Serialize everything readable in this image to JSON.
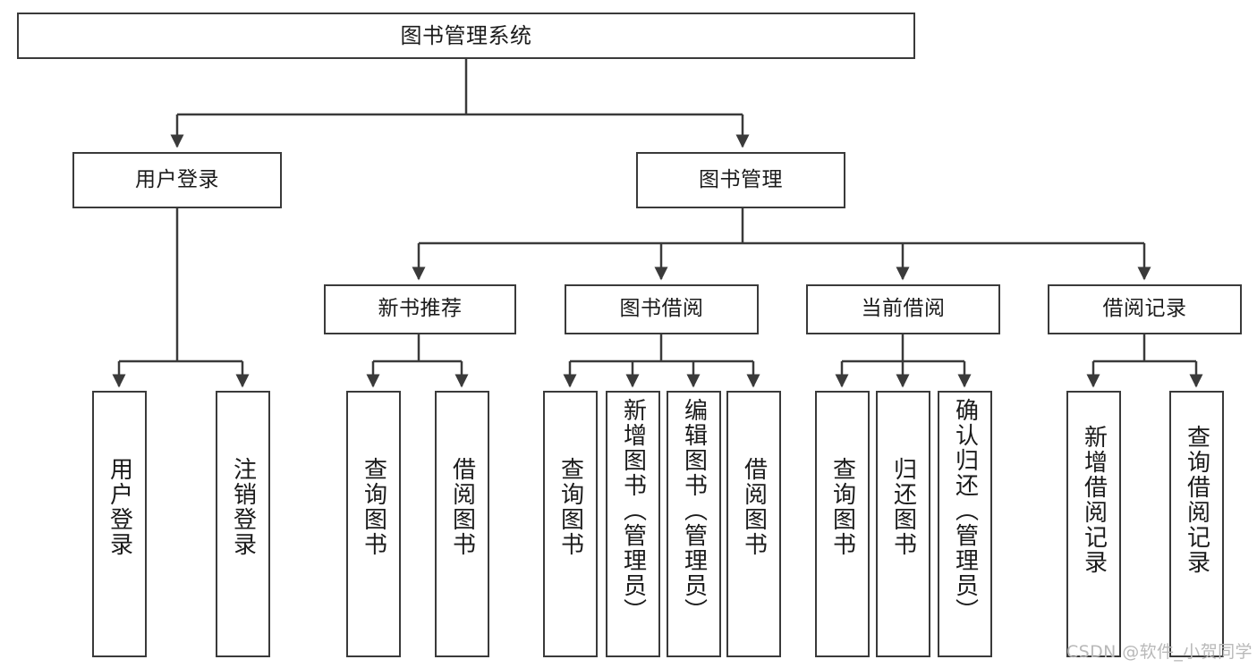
{
  "diagram": {
    "type": "tree-hierarchy-chart",
    "title": "图书管理系统",
    "stroke_color": "#3a3a3a",
    "background_color": "#ffffff",
    "text_color": "#1b1b1b",
    "watermark": "CSDN @软件_小贺同学",
    "levels": {
      "root": {
        "label": "图书管理系统"
      },
      "level2": [
        {
          "id": "user-login",
          "label": "用户登录"
        },
        {
          "id": "book-management",
          "label": "图书管理"
        }
      ],
      "level3": [
        {
          "id": "new-book-recommend",
          "label": "新书推荐",
          "parent": "book-management"
        },
        {
          "id": "book-borrow",
          "label": "图书借阅",
          "parent": "book-management"
        },
        {
          "id": "current-borrow",
          "label": "当前借阅",
          "parent": "book-management"
        },
        {
          "id": "borrow-record",
          "label": "借阅记录",
          "parent": "book-management"
        }
      ],
      "leaves": [
        {
          "id": "leaf-user-login",
          "label": "用户登录",
          "parent": "user-login"
        },
        {
          "id": "leaf-user-logout",
          "label": "注销登录",
          "parent": "user-login"
        },
        {
          "id": "leaf-query-book-1",
          "label": "查询图书",
          "parent": "new-book-recommend"
        },
        {
          "id": "leaf-borrow-book-1",
          "label": "借阅图书",
          "parent": "new-book-recommend"
        },
        {
          "id": "leaf-query-book-2",
          "label": "查询图书",
          "parent": "book-borrow"
        },
        {
          "id": "leaf-add-book",
          "label": "新增图书（管理员）",
          "parent": "book-borrow"
        },
        {
          "id": "leaf-edit-book",
          "label": "编辑图书（管理员）",
          "parent": "book-borrow"
        },
        {
          "id": "leaf-borrow-book-2",
          "label": "借阅图书",
          "parent": "book-borrow"
        },
        {
          "id": "leaf-query-book-3",
          "label": "查询图书",
          "parent": "current-borrow"
        },
        {
          "id": "leaf-return-book",
          "label": "归还图书",
          "parent": "current-borrow"
        },
        {
          "id": "leaf-confirm-return",
          "label": "确认归还（管理员）",
          "parent": "current-borrow"
        },
        {
          "id": "leaf-add-record",
          "label": "新增借阅记录",
          "parent": "borrow-record"
        },
        {
          "id": "leaf-query-record",
          "label": "查询借阅记录",
          "parent": "borrow-record"
        }
      ]
    }
  }
}
